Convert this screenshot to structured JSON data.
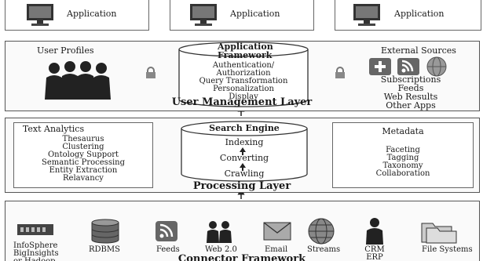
{
  "top_apps": [
    {
      "label": "Application"
    },
    {
      "label": "Application"
    },
    {
      "label": "Application"
    }
  ],
  "user_mgmt": {
    "title": "User Management Layer",
    "user_profiles": "User Profiles",
    "framework_title": [
      "Application",
      "Framework"
    ],
    "framework_items": [
      "Authentication/",
      "Authorization",
      "Query Transformation",
      "Personalization",
      "Display"
    ],
    "external_title": "External Sources",
    "external_items": [
      "Subscriptions",
      "Feeds",
      "Web Results",
      "Other Apps"
    ]
  },
  "processing": {
    "title": "Processing Layer",
    "text_analytics_title": "Text Analytics",
    "text_analytics_items": [
      "Thesaurus",
      "Clustering",
      "Ontology Support",
      "Semantic Processing",
      "Entity Extraction",
      "Relavancy"
    ],
    "search_engine_title": "Search Engine",
    "search_engine_items": [
      "Indexing",
      "Converting",
      "Crawling"
    ],
    "metadata_title": "Metadata",
    "metadata_items": [
      "Faceting",
      "Tagging",
      "Taxonomy",
      "Collaboration"
    ]
  },
  "connector": {
    "title": "Connector Framework",
    "sources": [
      {
        "label": "InfoSphere\nBigInsights\nor Hadoop",
        "icon": "server-rack-icon"
      },
      {
        "label": "RDBMS",
        "icon": "database-icon"
      },
      {
        "label": "Feeds",
        "icon": "feed-icon"
      },
      {
        "label": "Web 2.0",
        "icon": "users-icon"
      },
      {
        "label": "Email",
        "icon": "email-icon"
      },
      {
        "label": "Streams",
        "icon": "globe-icon"
      },
      {
        "label": "CRM\nERP",
        "icon": "person-icon"
      },
      {
        "label": "File Systems",
        "icon": "folder-icon"
      }
    ]
  },
  "colors": {
    "border": "#555555",
    "icon_dark": "#2a2a2a",
    "icon_mid": "#7a7a7a",
    "icon_light": "#bdbdbd"
  }
}
